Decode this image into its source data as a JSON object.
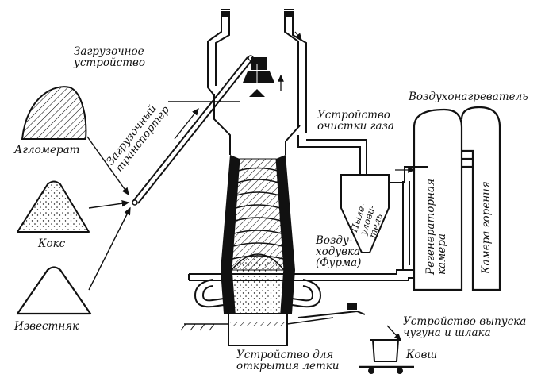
{
  "labels": {
    "loader": [
      "Загрузочное",
      "устройство"
    ],
    "conveyor": [
      "Загрузочный",
      "транспортер"
    ],
    "sinter": "Агломерат",
    "coke": "Кокс",
    "limestone": "Известняк",
    "gas_cleaning": [
      "Устройство",
      "очистки газа"
    ],
    "air_heater": "Воздухонагреватель",
    "regenerator": [
      "Регенераторная",
      "камера"
    ],
    "combustion": "Камера горения",
    "dust_catcher": [
      "Пыле-",
      "улови-",
      "тель"
    ],
    "tuyere": [
      "Возду-",
      "ходувка",
      "(Фурма)"
    ],
    "tapping": [
      "Устройство выпуска",
      "чугуна и шлака"
    ],
    "ladle": "Ковш",
    "taphole": [
      "Устройство для",
      "открытия летки"
    ]
  }
}
